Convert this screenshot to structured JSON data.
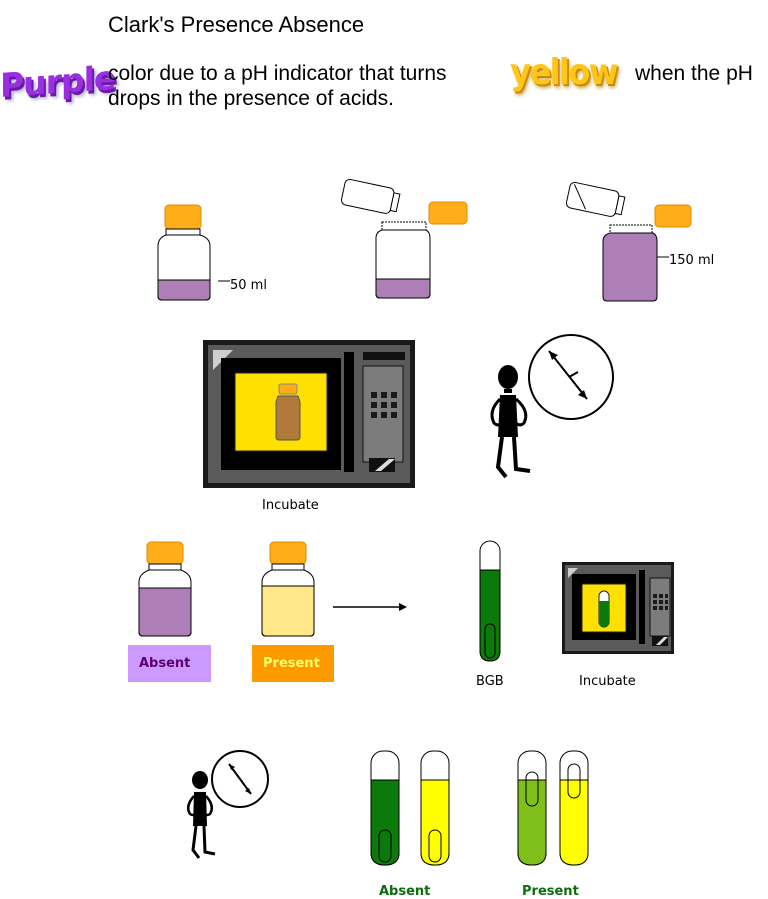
{
  "title": "Clark's Presence Absence",
  "description": {
    "word_purple": "Purple",
    "line1_a": "color due to a pH indicator that turns",
    "word_yellow": "yellow",
    "line1_b": "when the pH",
    "line2": "drops in the presence of acids."
  },
  "labels": {
    "vol_50": "50 ml",
    "vol_150": "150 ml",
    "incubate_1": "Incubate",
    "absent_box": "Absent",
    "present_box": "Present",
    "bgb": "BGB",
    "incubate_2": "Incubate",
    "absent_result": "Absent",
    "present_result": "Present"
  },
  "colors": {
    "purple_media": "#ae7fb7",
    "yellow_media": "#ffe78a",
    "cap": "#ffae1a",
    "bgb_green": "#0b7a0b",
    "light_green": "#7fbf1a",
    "tube_yellow": "#ffff00",
    "absent_box_bg": "#cc99ff",
    "present_box_bg": "#ff9900",
    "incubator_body": "#3a3a3a"
  }
}
